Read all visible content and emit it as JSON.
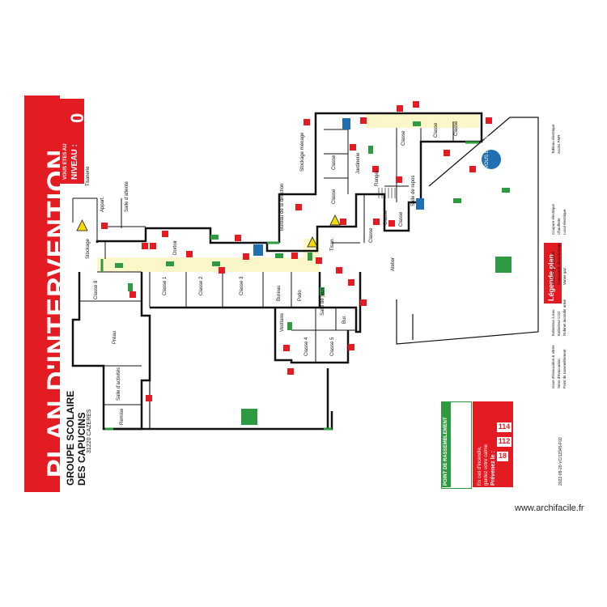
{
  "title": "PLAN D'INTERVENTION",
  "school": {
    "line1": "GROUPE SCOLAIRE",
    "line2": "DES CAPUCINS",
    "address": "31220 CAZERES"
  },
  "level": {
    "you_are": "VOUS ETES AU",
    "label": "NIVEAU :",
    "value": "0"
  },
  "rooms": {
    "tisanerie": "Tisanerie",
    "appart": "Appart.",
    "salle_attente": "Salle d'attente",
    "stockage": "Stockage",
    "dortoir": "Dortoir",
    "classe8": "Classe 8",
    "classe1": "Classe 1",
    "classe2": "Classe 2",
    "classe3": "Classe 3",
    "preau": "Préau",
    "salle_activites": "Salle d'activités",
    "remise": "Remise",
    "bureau_direction": "Bureau de la direction",
    "bureau": "Bureau",
    "patio": "Patio",
    "salle_jeux": "Salle de jeux",
    "vestiaire": "Vestiaire",
    "classe4": "Classe 4",
    "classe5": "Classe 5",
    "bur": "Bur.",
    "stockage_menage": "Stockage ménage",
    "classe_a": "Classe",
    "classe_b": "Classe",
    "classe_c": "Classe",
    "classe_d": "Classe",
    "classe_e": "Classe",
    "classe_f": "Classe",
    "classe_g": "Classe",
    "classe_h": "Classe",
    "jardinerie": "Jardinerie",
    "ranger": "Ranger",
    "salle_repos": "Salle de repos",
    "tisan": "Tisan.",
    "atelier": "Atelier",
    "wc": "WC"
  },
  "you_are_here": "VOUS ETES ICI",
  "legend": {
    "title": "Légende plan",
    "items": [
      "Issue d'évacuation & vitrée",
      "Sens d'évacuation",
      "Point de rassemblement",
      "Extincteur à eau",
      "Extincteur CO2",
      "Robinet incendie armé",
      "Déclencheur manuel",
      "Commande désenfumage",
      "Vanne gaz",
      "Coupure électrique",
      "Chaufferie",
      "Local électrique",
      "Tableau électrique",
      "Accès PMR"
    ]
  },
  "rally": {
    "title": "POINT DE RASSEMBLEMENT"
  },
  "fire": {
    "l1": "En cas d'incendie,",
    "l2": "gardez votre calme",
    "l3": "Prévenez le :",
    "n18": "18",
    "n112": "112",
    "n114": "114",
    "or": "ou"
  },
  "company": "2022-09-20-VC/12345-F02",
  "watermark": "www.archifacile.fr",
  "colors": {
    "red": "#e31b23",
    "green": "#2e9b43",
    "yellow": "#f5d90a",
    "wc_blue": "#1f6fb2",
    "corridor": "#fbf7c8"
  }
}
